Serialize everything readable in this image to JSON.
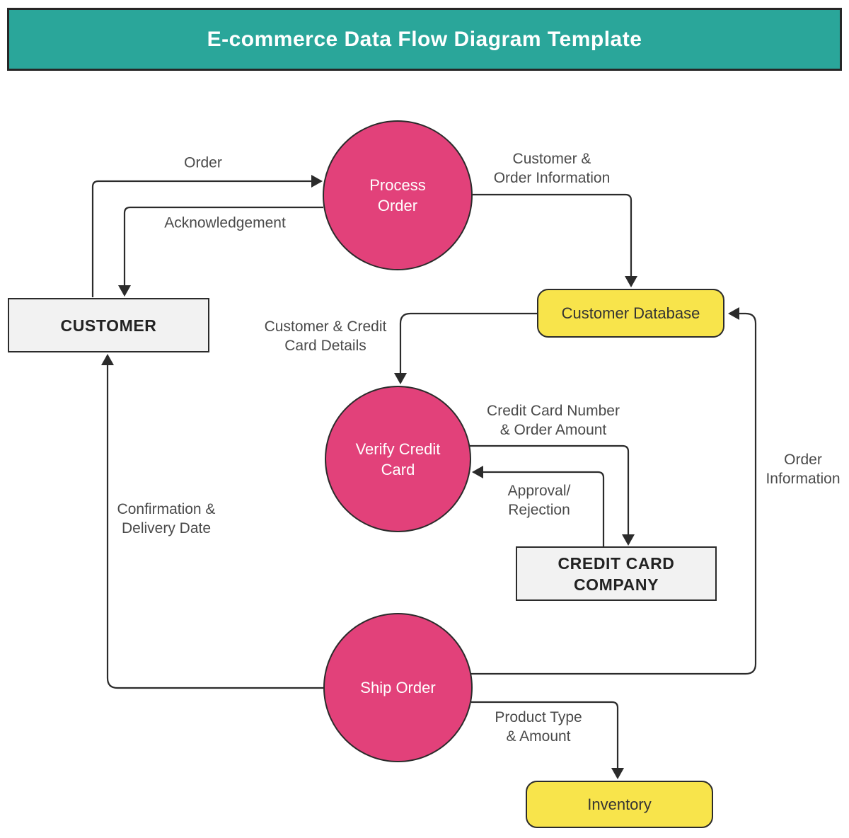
{
  "title": "E-commerce Data Flow Diagram Template",
  "colors": {
    "title_bg": "#2aa69a",
    "title_text": "#ffffff",
    "process_fill": "#e2417a",
    "data_store_fill": "#f8e44b",
    "external_entity_fill": "#f2f2f2",
    "line": "#2b2b2b",
    "edge_label_text": "#4a4a4a"
  },
  "nodes": {
    "customer": {
      "type": "external-entity",
      "label": "CUSTOMER"
    },
    "process_order": {
      "type": "process",
      "label": [
        "Process",
        "Order"
      ]
    },
    "verify_credit_card": {
      "type": "process",
      "label": [
        "Verify Credit",
        "Card"
      ]
    },
    "ship_order": {
      "type": "process",
      "label": "Ship Order"
    },
    "customer_database": {
      "type": "data-store",
      "label": "Customer Database"
    },
    "credit_card_company": {
      "type": "external-entity",
      "label": [
        "CREDIT CARD",
        "COMPANY"
      ]
    },
    "inventory": {
      "type": "data-store",
      "label": "Inventory"
    }
  },
  "edge_labels": {
    "order": "Order",
    "acknowledgement": "Acknowledgement",
    "customer_order_information": [
      "Customer &",
      "Order Information"
    ],
    "customer_credit_card_details": [
      "Customer & Credit",
      "Card Details"
    ],
    "credit_card_number_order_amount": [
      "Credit Card Number",
      "& Order Amount"
    ],
    "approval_rejection": [
      "Approval/",
      "Rejection"
    ],
    "order_information": [
      "Order",
      "Information"
    ],
    "confirmation_delivery_date": [
      "Confirmation &",
      "Delivery Date"
    ],
    "product_type_amount": [
      "Product Type",
      "& Amount"
    ]
  }
}
